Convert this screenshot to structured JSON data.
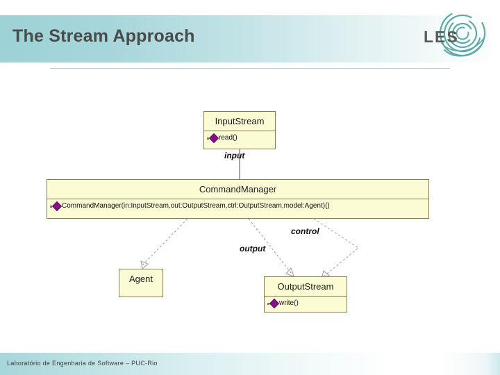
{
  "slide": {
    "title": "The Stream Approach",
    "footer": "Laboratório de Engenharia de Software – PUC-Rio",
    "brand": {
      "logo_text": "LES",
      "logo_icon": "les-spiral-logo",
      "accent_color": "#9dd2d6",
      "title_color": "#4a4a4a"
    }
  },
  "diagram": {
    "type": "uml-class-diagram",
    "box_fill": "#fbfbd4",
    "box_border": "#8a7a52",
    "operation_marker_color": "#8a0f8a",
    "classes": [
      {
        "id": "input-stream",
        "name": "InputStream",
        "members": [
          "read()"
        ]
      },
      {
        "id": "command-manager",
        "name": "CommandManager",
        "members": [
          "CommandManager(in:InputStream,out:OutputStream,ctrl:OutputStream,model:Agent)()"
        ]
      },
      {
        "id": "agent",
        "name": "Agent",
        "members": []
      },
      {
        "id": "output-stream",
        "name": "OutputStream",
        "members": [
          "write()"
        ]
      }
    ],
    "associations": [
      {
        "id": "input",
        "label": "input",
        "from": "input-stream",
        "to": "command-manager",
        "style": "solid"
      },
      {
        "id": "output",
        "label": "output",
        "from": "command-manager",
        "to": "output-stream",
        "style": "dashed"
      },
      {
        "id": "control",
        "label": "control",
        "from": "command-manager",
        "to": "output-stream",
        "style": "dashed"
      },
      {
        "id": "model",
        "label": "",
        "from": "command-manager",
        "to": "agent",
        "style": "dashed"
      }
    ]
  }
}
